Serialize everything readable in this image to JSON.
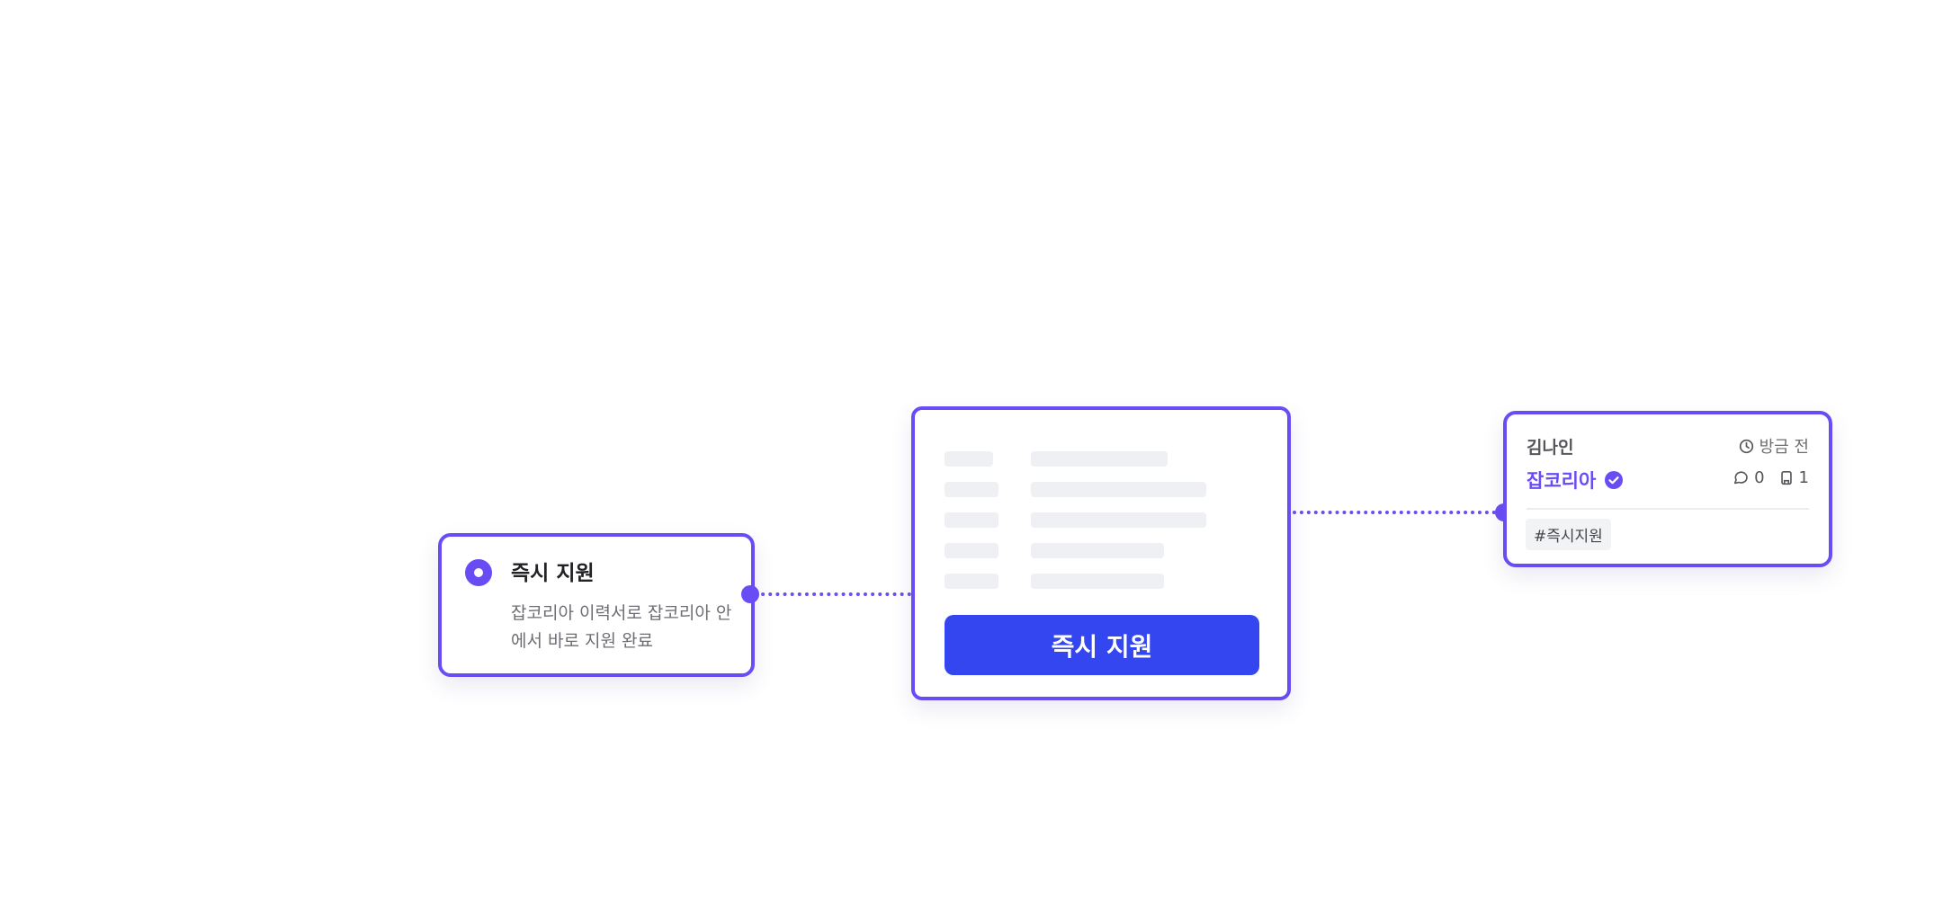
{
  "option_card": {
    "title": "즉시 지원",
    "description": "잡코리아 이력서로 잡코리아 안에서 바로 지원 완료",
    "selected": true
  },
  "form_card": {
    "apply_label": "즉시 지원",
    "skeleton_rows": 5
  },
  "post_card": {
    "author": "김나인",
    "time": "방금 전",
    "company": "잡코리아",
    "comments": "0",
    "bookmarks": "1",
    "tag": "#즉시지원"
  },
  "colors": {
    "accent": "#6a4cf5",
    "button": "#3346f0",
    "skeleton": "#eef0f3"
  }
}
